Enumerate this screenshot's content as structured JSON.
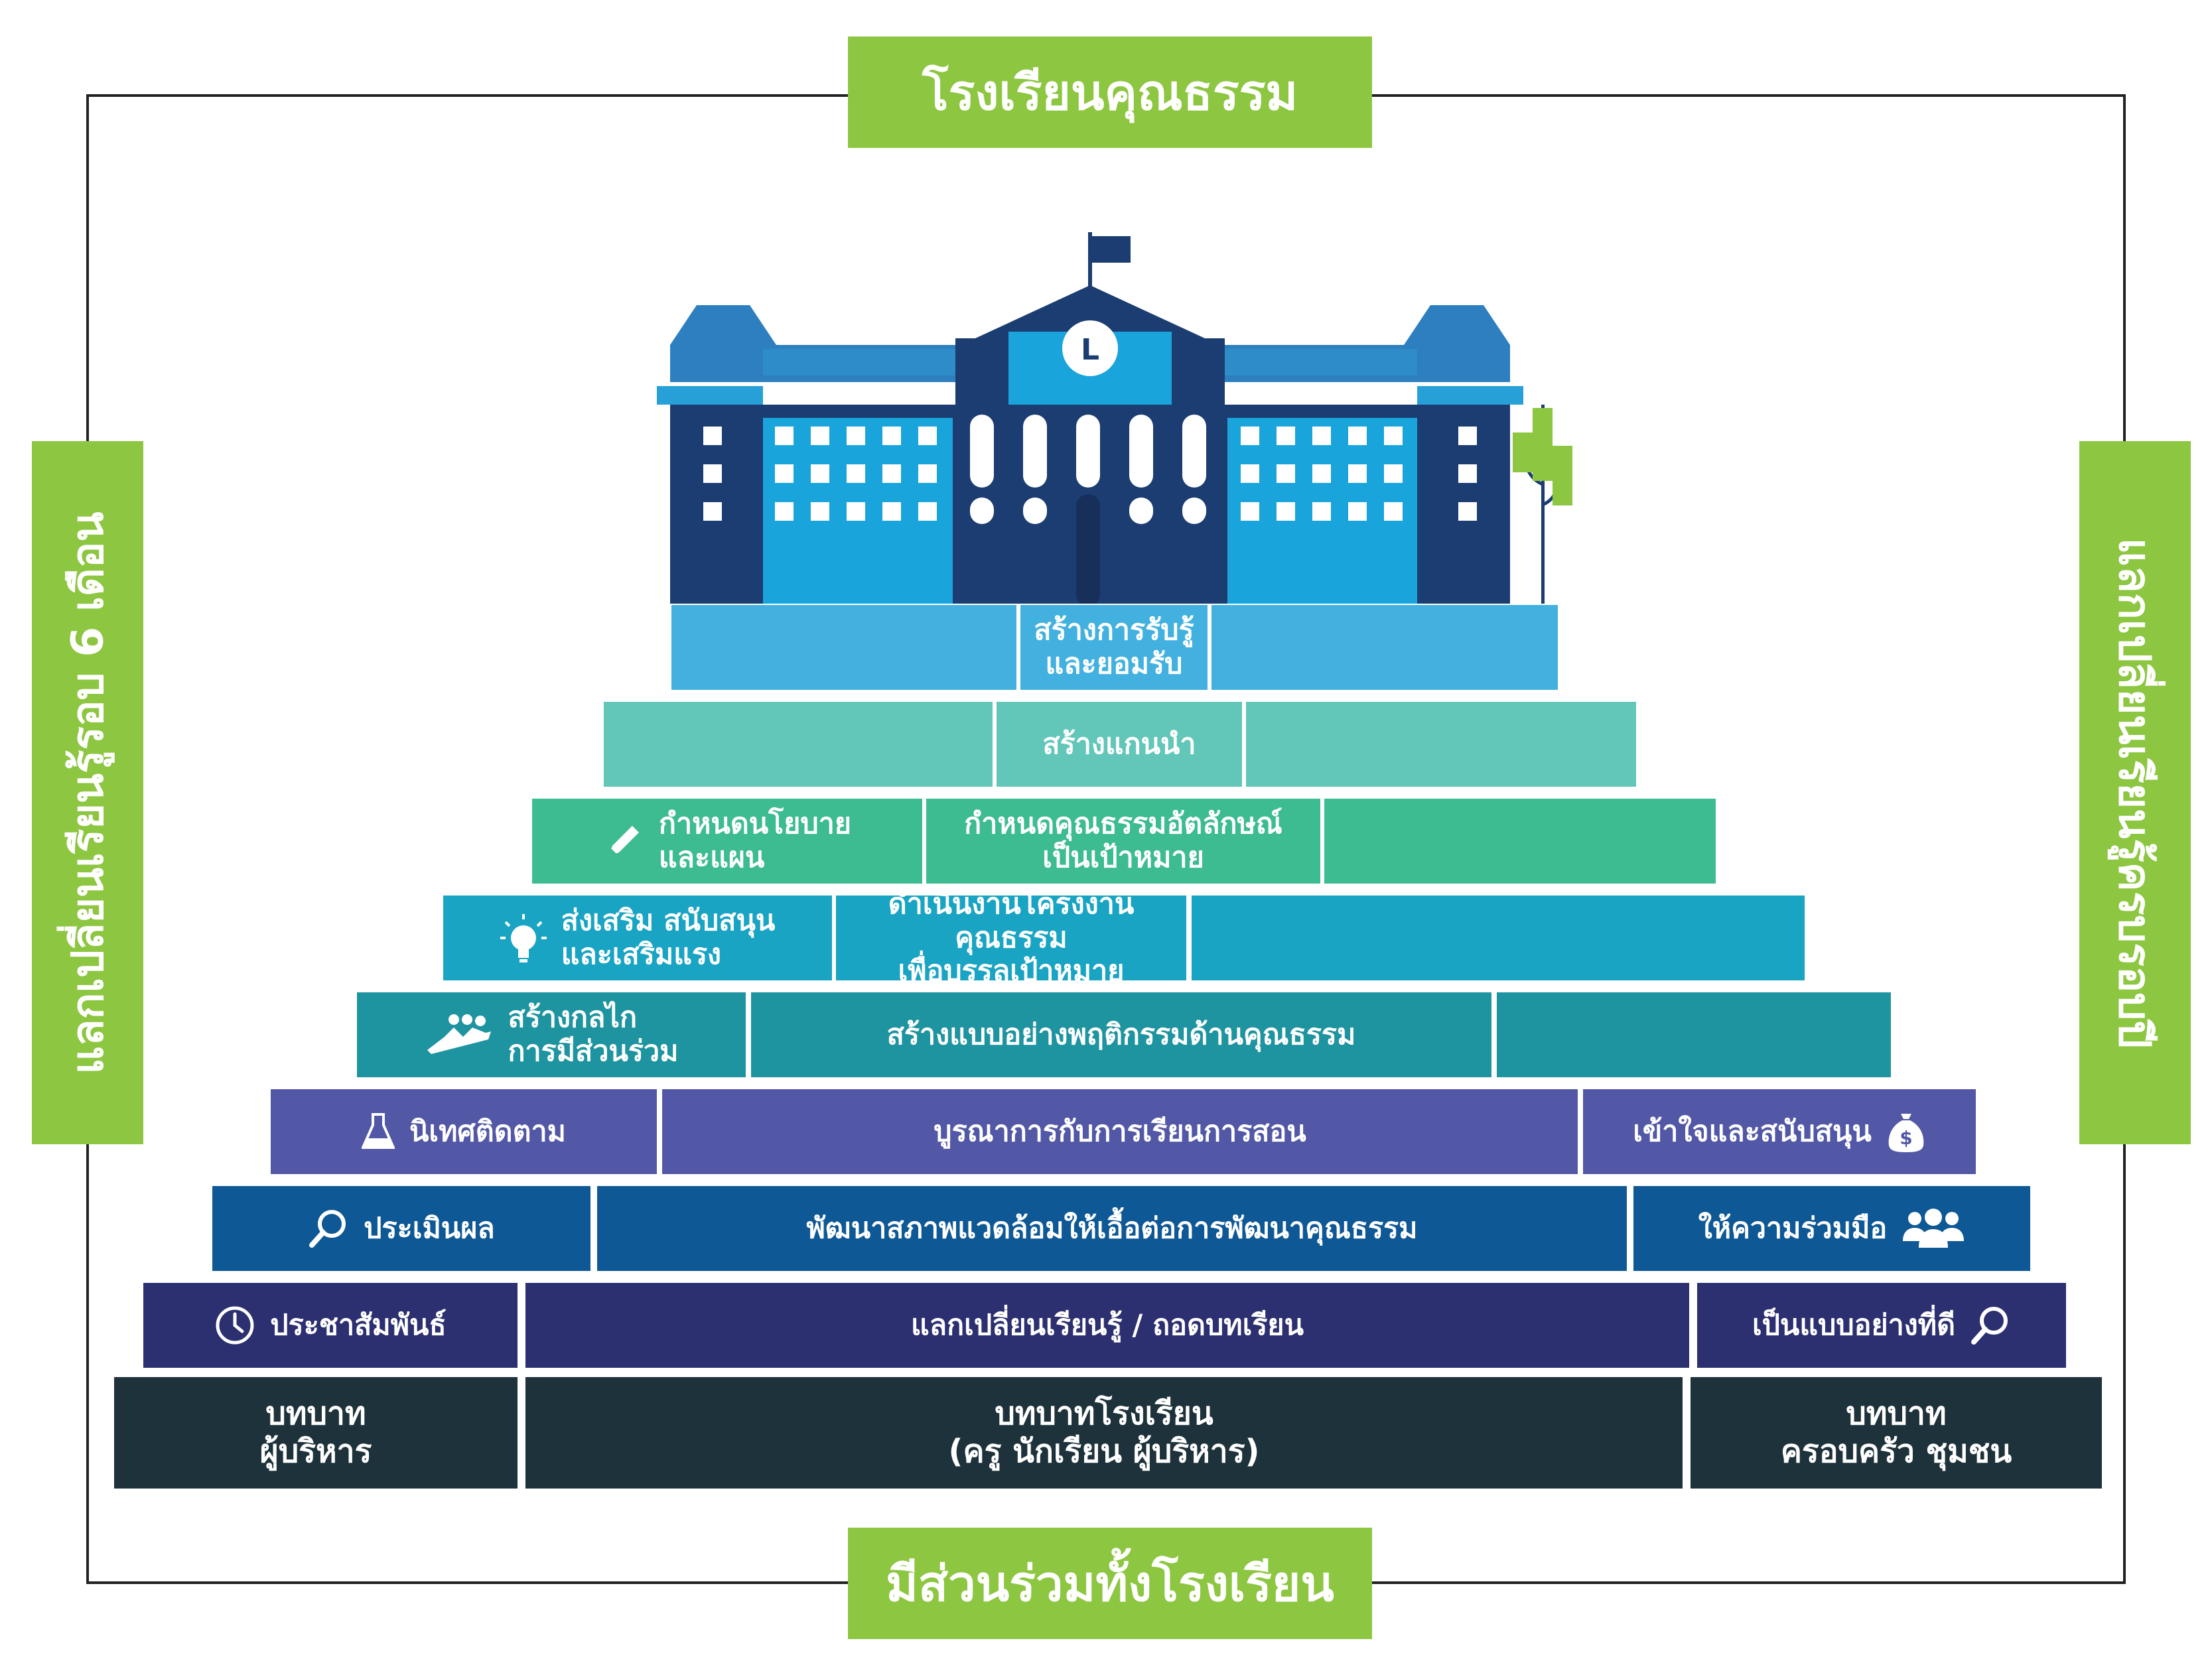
{
  "banners": {
    "top": "โรงเรียนคุณธรรม",
    "bottom": "มีส่วนร่วมทั้งโรงเรียน",
    "left": "แลกเปลี่ยนเรียนรู้รอบ 6 เดือน",
    "right": "แลกเปลี่ยนเรียนรู้ครบรอบปี"
  },
  "tiers": {
    "t1": {
      "center": "สร้างการรับรู้\nและยอมรับ"
    },
    "t2": {
      "center": "สร้างแกนนำ"
    },
    "t3": {
      "left": "กำหนดนโยบาย\nและแผน",
      "center": "กำหนดคุณธรรมอัตลักษณ์\nเป็นเป้าหมาย"
    },
    "t4": {
      "left": "ส่งเสริม สนับสนุน\nและเสริมแรง",
      "center": "ดำเนินงานโครงงานคุณธรรม\nเพื่อบรรลุเป้าหมาย"
    },
    "t5": {
      "left": "สร้างกลไก\nการมีส่วนร่วม",
      "center": "สร้างแบบอย่างพฤติกรรมด้านคุณธรรม"
    },
    "t6": {
      "left": "นิเทศติดตาม",
      "center": "บูรณาการกับการเรียนการสอน",
      "right": "เข้าใจและสนับสนุน"
    },
    "t7": {
      "left": "ประเมินผล",
      "center": "พัฒนาสภาพแวดล้อมให้เอื้อต่อการพัฒนาคุณธรรม",
      "right": "ให้ความร่วมมือ"
    },
    "t8": {
      "left": "ประชาสัมพันธ์",
      "center": "แลกเปลี่ยนเรียนรู้ / ถอดบทเรียน",
      "right": "เป็นแบบอย่างที่ดี"
    },
    "t9": {
      "left": "บทบาท\nผู้บริหาร",
      "center": "บทบาทโรงเรียน\n(ครู นักเรียน ผู้บริหาร)",
      "right": "บทบาท\nครอบครัว ชุมชน"
    }
  },
  "icons": {
    "school": "school-building-icon",
    "clock": "clock-icon",
    "flag": "flag-icon",
    "tree": "tree-icon",
    "pencil": "pencil-icon",
    "bulb": "lightbulb-icon",
    "team": "teamwork-icon",
    "flask": "flask-icon",
    "moneybag": "money-bag-icon",
    "search": "search-icon",
    "people": "people-icon",
    "moneybag_symbol": "$",
    "clock_hand": "L"
  },
  "colors": {
    "t1": "#42b1e0",
    "t2": "#62c6b9",
    "t3": "#3dbb91",
    "t4": "#1aa4c4",
    "t5": "#1e94a0",
    "t6": "#5257a6",
    "t7": "#0f5896",
    "t8": "#2c2f70",
    "t9": "#1e323b",
    "banner": "#8dc641"
  }
}
